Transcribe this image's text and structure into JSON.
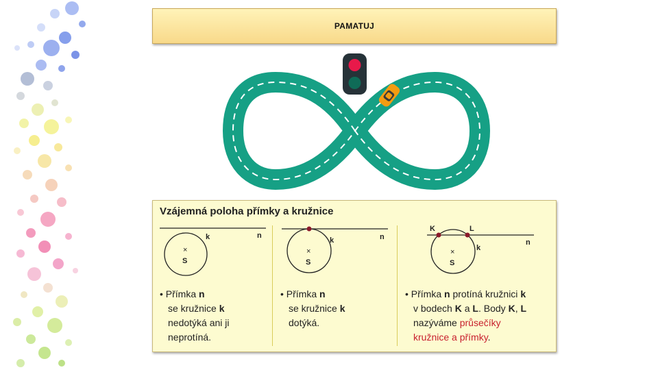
{
  "header": {
    "title": "PAMATUJ"
  },
  "illustration": {
    "road_color": "#16a085",
    "traffic_light": {
      "top_light": "#e8194a",
      "bottom_light": "#0f6b57"
    },
    "car_color": "#f39c12"
  },
  "panel": {
    "title": "Vzájemná poloha přímky a kružnice",
    "columns": [
      {
        "labels": {
          "line": "n",
          "circle": "k",
          "center": "S"
        },
        "text": {
          "bullet": "•",
          "t1": "Přímka ",
          "b1": "n",
          "t2": "se kružnice ",
          "b2": "k",
          "t3": "nedotýká ani ji",
          "t4": "neprotíná."
        }
      },
      {
        "labels": {
          "line": "n",
          "circle": "k",
          "center": "S"
        },
        "text": {
          "bullet": "•",
          "t1": "Přímka ",
          "b1": "n",
          "t2": "se kružnice ",
          "b2": "k",
          "t3": "dotýká."
        }
      },
      {
        "labels": {
          "line": "n",
          "circle": "k",
          "center": "S",
          "point1": "K",
          "point2": "L"
        },
        "text": {
          "bullet": "•",
          "t1": "Přímka ",
          "b1": "n",
          "t2": " protíná kružnici ",
          "b2": "k",
          "t3": "v bodech ",
          "b3": "K",
          "t4": " a ",
          "b4": "L",
          "t5": ". Body ",
          "b5": "K",
          "t6": ", ",
          "b6": "L",
          "t7": "nazýváme ",
          "r1": "průsečíky",
          "r2": "kružnice a přímky",
          "t8": "."
        }
      }
    ]
  }
}
